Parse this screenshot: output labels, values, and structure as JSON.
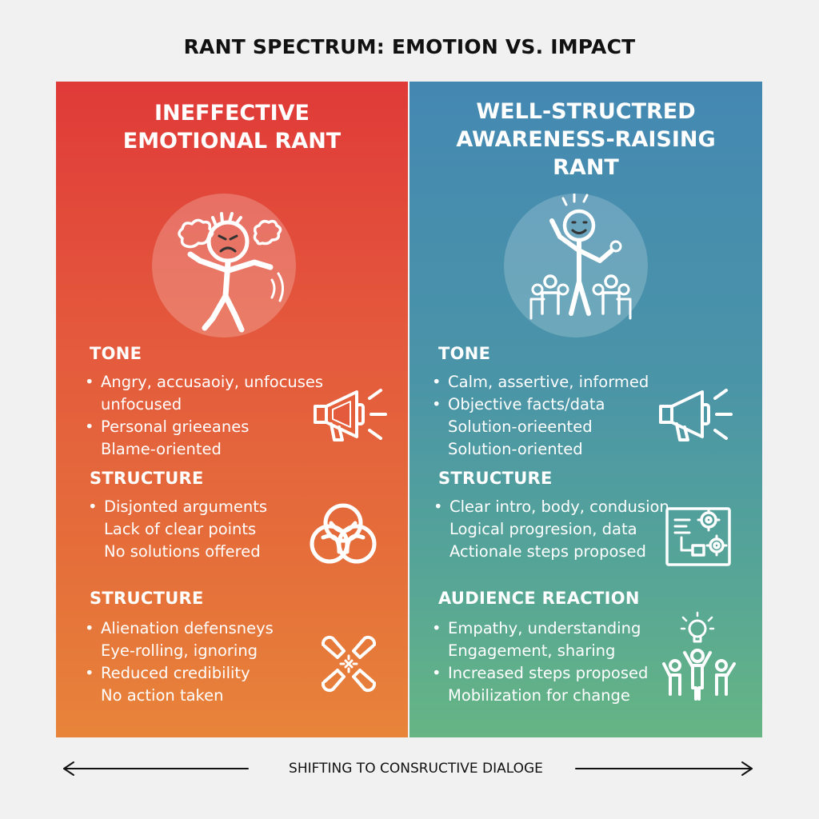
{
  "title": "RANT SPECTRUM: EMOTION VS. IMPACT",
  "left": {
    "heading_lines": [
      "INEFFECTIVE",
      "EMOTIONAL RANT"
    ],
    "sections": [
      {
        "heading": "TONE",
        "items": [
          "Angry, accusaoiy, unfocuses",
          "unfocused",
          "Personal grieeanes",
          "Blame-oriented"
        ],
        "bullets": [
          true,
          false,
          true,
          false
        ]
      },
      {
        "heading": "STRUCTURE",
        "items": [
          "Disjonted arguments",
          "Lack of clear points",
          "No solutions offered"
        ],
        "bullets": [
          true,
          false,
          false
        ]
      },
      {
        "heading": "STRUCTURE",
        "items": [
          "Alienation defensneys",
          "Eye-rolling, ignoring",
          "Reduced credibility",
          "No action taken"
        ],
        "bullets": [
          true,
          false,
          true,
          false
        ]
      }
    ]
  },
  "right": {
    "heading_lines": [
      "WELL-STRUCTRED",
      "AWARENESS-RAISING",
      "RANT"
    ],
    "sections": [
      {
        "heading": "TONE",
        "items": [
          "Calm, assertive, informed",
          "Objective facts/data",
          "Solution-orieented",
          "Solution-oriented"
        ],
        "bullets": [
          true,
          true,
          false,
          false
        ]
      },
      {
        "heading": "STRUCTURE",
        "items": [
          "Clear intro, body, condusion",
          "Logical progresion, data",
          "Actionale steps proposed"
        ],
        "bullets": [
          true,
          false,
          false
        ]
      },
      {
        "heading": "AUDIENCE REACTION",
        "items": [
          "Empathy, understanding",
          "Engagement, sharing",
          "Increased steps proposed",
          "Mobilization for change"
        ],
        "bullets": [
          true,
          false,
          true,
          false
        ]
      }
    ]
  },
  "footer": {
    "label": "SHIFTING TO CONSRUCTIVE DIALOGE"
  },
  "colors": {
    "left_top": "#e03a38",
    "left_bottom": "#e8843a",
    "right_top": "#4488b2",
    "right_bottom": "#66b584",
    "background": "#f1f1f1"
  },
  "icons": {
    "left_figure": "angry-person-icon",
    "right_figure": "speaker-crowd-icon",
    "left_tone": "megaphone-icon",
    "right_tone": "megaphone-icon",
    "left_structure": "tangled-knot-icon",
    "right_structure": "flowchart-gears-icon",
    "left_reaction": "broken-link-icon",
    "right_reaction": "cheering-crowd-lightbulb-icon"
  }
}
